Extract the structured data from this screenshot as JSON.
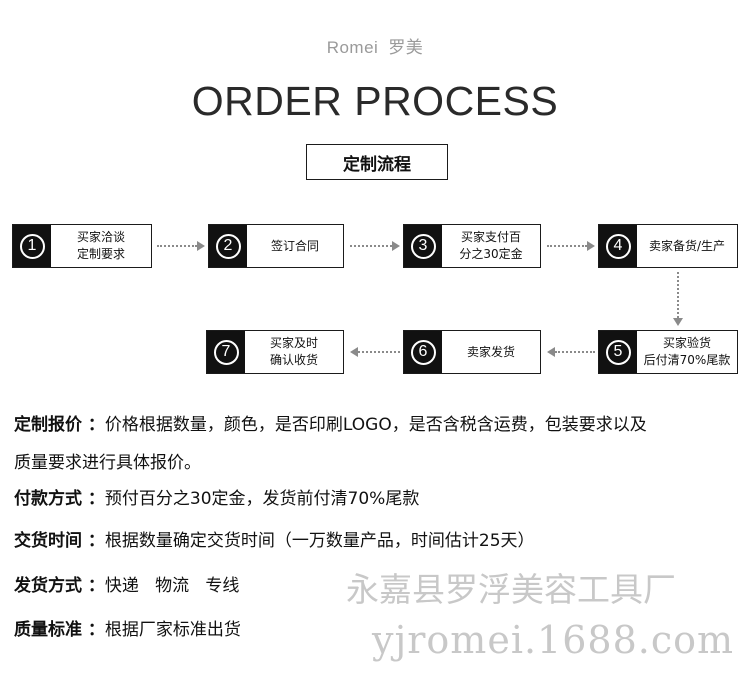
{
  "brand": {
    "latin": "Romei",
    "chinese": "罗美"
  },
  "title": "ORDER PROCESS",
  "subtitle": "定制流程",
  "steps": [
    {
      "num": "1",
      "label": "买家洽谈\n定制要求"
    },
    {
      "num": "2",
      "label": "签订合同"
    },
    {
      "num": "3",
      "label": "买家支付百\n分之30定金"
    },
    {
      "num": "4",
      "label": "卖家备货/生产"
    },
    {
      "num": "5",
      "label": "买家验货\n后付清70%尾款"
    },
    {
      "num": "6",
      "label": "卖家发货"
    },
    {
      "num": "7",
      "label": "买家及时\n确认收货"
    }
  ],
  "info": {
    "pricing_key": "定制报价 ：",
    "pricing_line1": "价格根据数量，颜色，是否印刷LOGO，是否含税含运费，包装要求以及",
    "pricing_line2": "质量要求进行具体报价。",
    "payment_key": "付款方式 ：",
    "payment_value": "预付百分之30定金，发货前付清70%尾款",
    "delivery_time_key": "交货时间 ：",
    "delivery_time_value": "根据数量确定交货时间（一万数量产品，时间估计25天）",
    "shipping_key": "发货方式 ：",
    "shipping_value": "快递   物流   专线",
    "quality_key": "质量标准 ：",
    "quality_value": "根据厂家标准出货"
  },
  "watermark": {
    "company": "永嘉县罗浮美容工具厂",
    "url": "yjromei.1688.com"
  },
  "colors": {
    "ink": "#111111",
    "arrow": "#8a8a8a",
    "watermark": "#c8c8c8"
  },
  "icons": {
    "arrow": "dotted-arrow-icon"
  }
}
